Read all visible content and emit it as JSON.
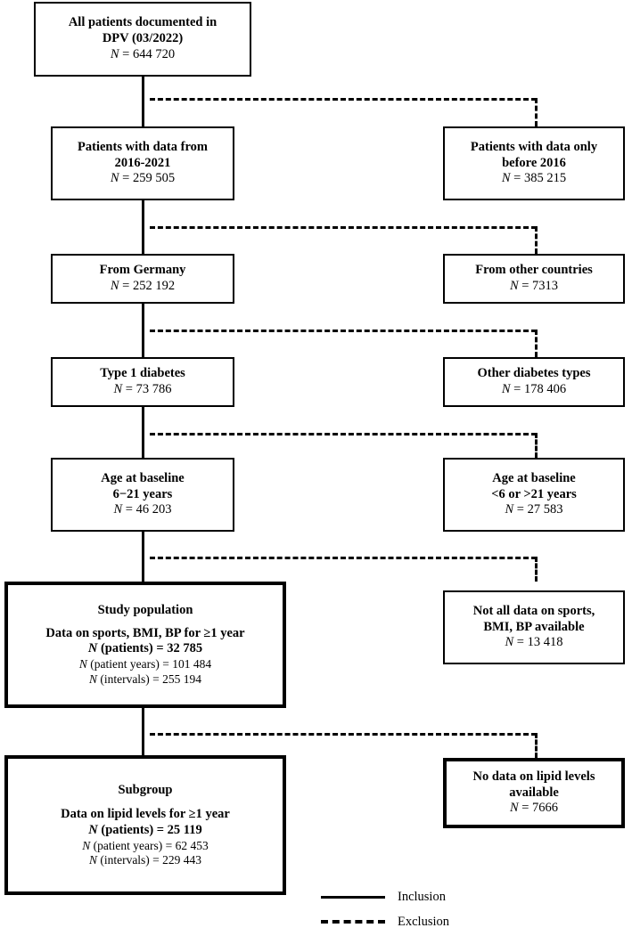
{
  "flow": {
    "nodes": [
      {
        "id": "all-patients",
        "kind": "inclusion",
        "lines": [
          {
            "text": "All patients documented in",
            "style": "bold"
          },
          {
            "text": "DPV (03/2022)",
            "style": "bold"
          },
          {
            "text": "N = 644 720",
            "style": "n"
          }
        ]
      },
      {
        "id": "data-2016-2021",
        "kind": "inclusion",
        "lines": [
          {
            "text": "Patients with data from",
            "style": "bold"
          },
          {
            "text": "2016-2021",
            "style": "bold"
          },
          {
            "text": "N = 259 505",
            "style": "n"
          }
        ]
      },
      {
        "id": "data-before-2016",
        "kind": "exclusion",
        "lines": [
          {
            "text": "Patients with data only",
            "style": "bold"
          },
          {
            "text": "before 2016",
            "style": "bold"
          },
          {
            "text": "N = 385 215",
            "style": "n"
          }
        ]
      },
      {
        "id": "from-germany",
        "kind": "inclusion",
        "lines": [
          {
            "text": "From Germany",
            "style": "bold"
          },
          {
            "text": "N = 252 192",
            "style": "n"
          }
        ]
      },
      {
        "id": "from-other-countries",
        "kind": "exclusion",
        "lines": [
          {
            "text": "From other countries",
            "style": "bold"
          },
          {
            "text": "N = 7313",
            "style": "n"
          }
        ]
      },
      {
        "id": "type-1-diabetes",
        "kind": "inclusion",
        "lines": [
          {
            "text": "Type 1 diabetes",
            "style": "bold"
          },
          {
            "text": "N = 73 786",
            "style": "n"
          }
        ]
      },
      {
        "id": "other-diabetes-types",
        "kind": "exclusion",
        "lines": [
          {
            "text": "Other diabetes types",
            "style": "bold"
          },
          {
            "text": "N = 178 406",
            "style": "n"
          }
        ]
      },
      {
        "id": "age-6-21",
        "kind": "inclusion",
        "lines": [
          {
            "text": "Age at baseline",
            "style": "bold"
          },
          {
            "text": "6−21 years",
            "style": "bold"
          },
          {
            "text": "N = 46 203",
            "style": "n"
          }
        ]
      },
      {
        "id": "age-out-of-range",
        "kind": "exclusion",
        "lines": [
          {
            "text": "Age at baseline",
            "style": "bold"
          },
          {
            "text": "<6 or >21 years",
            "style": "bold"
          },
          {
            "text": "N = 27 583",
            "style": "n"
          }
        ]
      },
      {
        "id": "study-population",
        "kind": "inclusion-highlight",
        "lines": [
          {
            "text": "Study population",
            "style": "bold"
          },
          {
            "text": "Data on sports, BMI, BP for ≥1 year",
            "style": "bold"
          },
          {
            "text": "N (patients) = 32 785",
            "style": "n-bold"
          },
          {
            "text": "N (patient years) = 101 484",
            "style": "n-small"
          },
          {
            "text": "N (intervals) = 255 194",
            "style": "n-small"
          }
        ]
      },
      {
        "id": "not-all-data",
        "kind": "exclusion",
        "lines": [
          {
            "text": "Not all data on sports,",
            "style": "bold"
          },
          {
            "text": "BMI, BP available",
            "style": "bold"
          },
          {
            "text": "N = 13 418",
            "style": "n"
          }
        ]
      },
      {
        "id": "subgroup",
        "kind": "inclusion-highlight",
        "lines": [
          {
            "text": "Subgroup",
            "style": "bold"
          },
          {
            "text": "Data on lipid levels for ≥1 year",
            "style": "bold"
          },
          {
            "text": "N (patients) = 25 119",
            "style": "n-bold"
          },
          {
            "text": "N (patient years) = 62 453",
            "style": "n-small"
          },
          {
            "text": "N (intervals) = 229 443",
            "style": "n-small"
          }
        ]
      },
      {
        "id": "no-lipid-data",
        "kind": "exclusion",
        "lines": [
          {
            "text": "No data on lipid levels",
            "style": "bold"
          },
          {
            "text": "available",
            "style": "bold"
          },
          {
            "text": "N = 7666",
            "style": "n"
          }
        ]
      }
    ]
  },
  "legend": {
    "items": [
      {
        "style": "solid",
        "label": "Inclusion"
      },
      {
        "style": "dashed",
        "label": "Exclusion"
      }
    ]
  },
  "colors": {
    "stroke": "#000000",
    "background": "#ffffff"
  }
}
